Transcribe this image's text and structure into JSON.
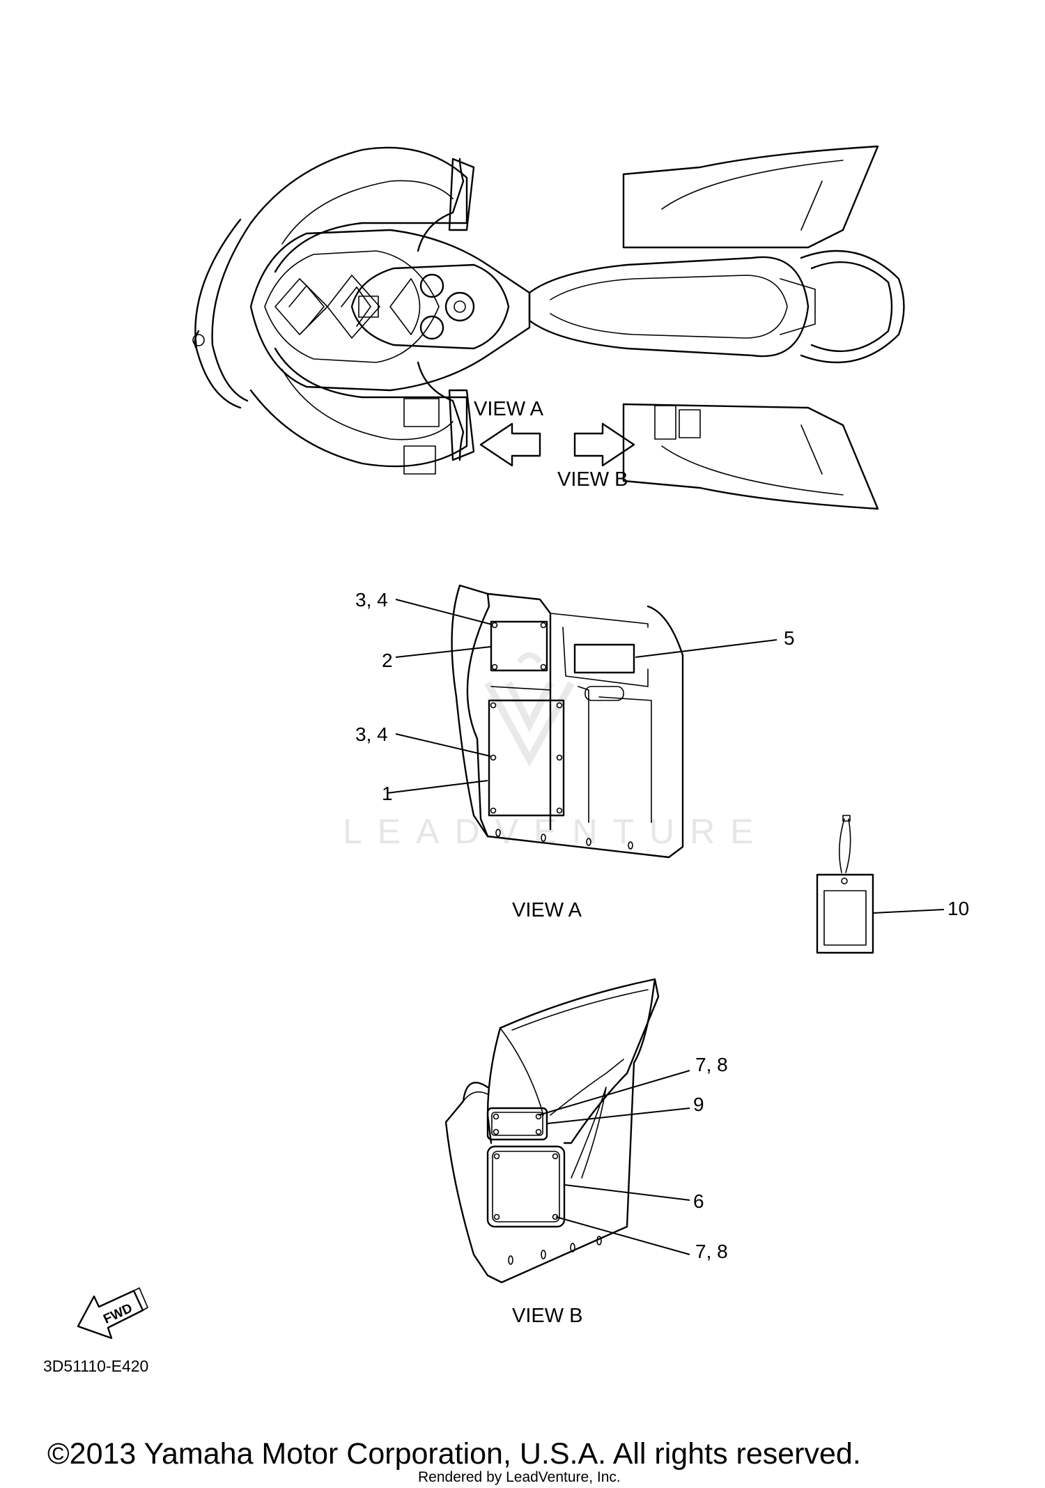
{
  "views": {
    "top_left_arrow_label": "VIEW A",
    "top_right_arrow_label": "VIEW B",
    "view_a_caption": "VIEW A",
    "view_b_caption": "VIEW B"
  },
  "callouts": {
    "a_3_4_top": "3, 4",
    "a_2": "2",
    "a_5": "5",
    "a_3_4_mid": "3, 4",
    "a_1": "1",
    "tag_10": "10",
    "b_7_8_top": "7, 8",
    "b_9": "9",
    "b_6": "6",
    "b_7_8_bottom": "7, 8"
  },
  "fwd_label": "FWD",
  "diagram_code": "3D51110-E420",
  "watermark": "LEADVENTURE",
  "copyright": "©2013 Yamaha Motor Corporation, U.S.A. All rights reserved.",
  "rendered_by": "Rendered by LeadVenture, Inc."
}
